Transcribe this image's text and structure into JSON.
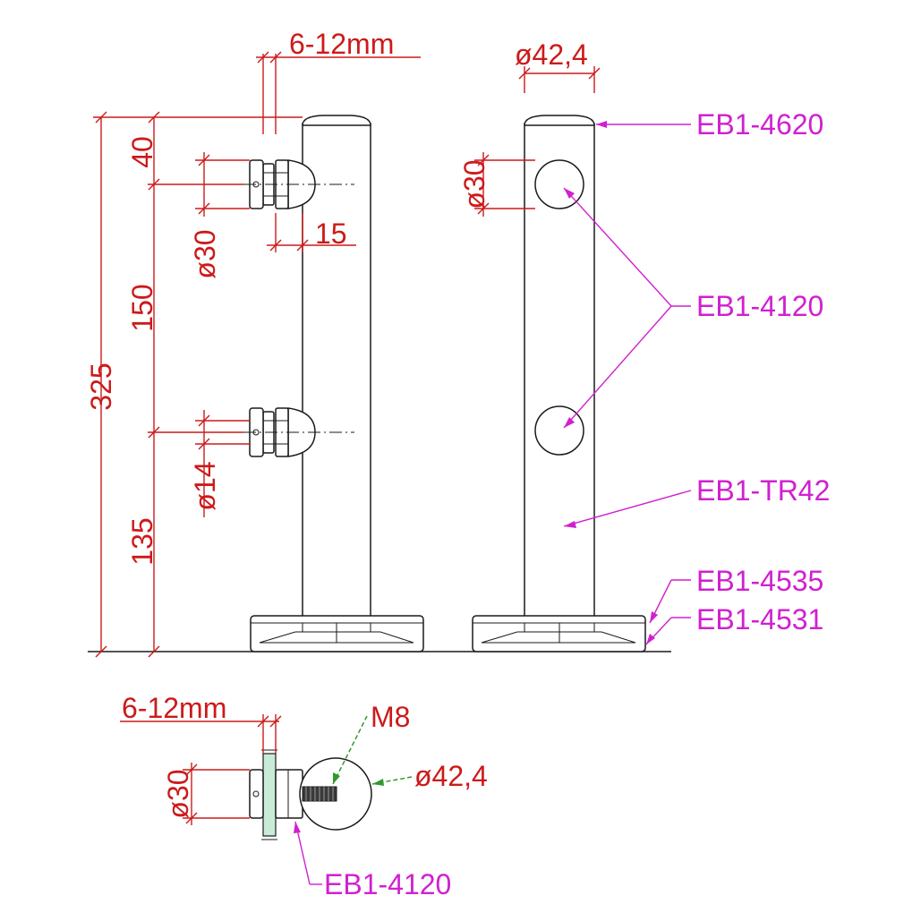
{
  "dimensions": {
    "glass_thickness_top": "6-12mm",
    "tube_diameter_top": "ø42,4",
    "top_offset": "40",
    "fitting_diameter": "ø30",
    "fitting_depth": "15",
    "fitting_spacing": "150",
    "total_height": "325",
    "bottom_offset": "135",
    "bolt_diameter": "ø14",
    "hole_diameter": "ø30",
    "glass_thickness_bottom": "6-12mm",
    "thread": "M8",
    "tube_diameter_bottom": "ø42,4",
    "plan_fitting_diameter": "ø30"
  },
  "labels": {
    "end_cap": "EB1-4620",
    "glass_clamp": "EB1-4120",
    "post_tube": "EB1-TR42",
    "base_cover": "EB1-4535",
    "base_plate": "EB1-4531",
    "plan_clamp": "EB1-4120"
  }
}
